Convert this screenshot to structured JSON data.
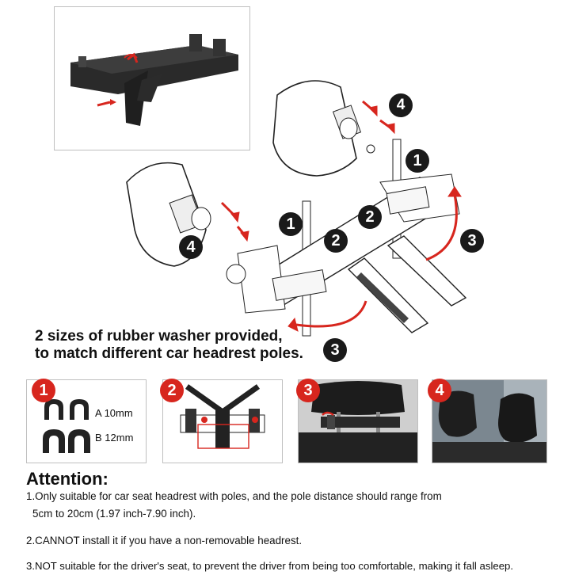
{
  "caption": {
    "line1": "2 sizes of rubber washer provided,",
    "line2": "to match different car headrest poles."
  },
  "diagram_steps": {
    "pole_badge": "1",
    "clamp_badge": "2",
    "rotate_badge": "3",
    "headrest_badge": "4"
  },
  "panels": {
    "p1": {
      "badge": "1",
      "washer_a": "A 10mm",
      "washer_b": "B 12mm"
    },
    "p2": {
      "badge": "2"
    },
    "p3": {
      "badge": "3"
    },
    "p4": {
      "badge": "4"
    }
  },
  "attention": {
    "title": "Attention:",
    "note1_line1": "1.Only suitable for car seat headrest with poles, and the pole distance should range from",
    "note1_line2": "5cm to 20cm (1.97 inch-7.90 inch).",
    "note2": "2.CANNOT install it if you have a non-removable headrest.",
    "note3": "3.NOT suitable for the driver's seat, to prevent the driver from being too comfortable, making it fall asleep."
  },
  "colors": {
    "accent_red": "#d7261e",
    "badge_dark": "#1a1a1a",
    "device_dark": "#222222"
  }
}
